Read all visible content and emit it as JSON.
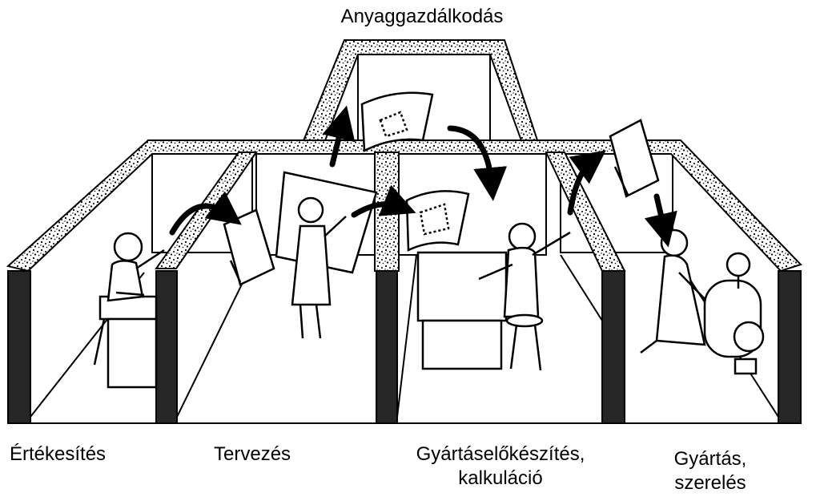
{
  "title": "Anyaggazdálkodás",
  "departments": [
    {
      "id": "sales",
      "label": "Értékesítés"
    },
    {
      "id": "design",
      "label": "Tervezés"
    },
    {
      "id": "preparation",
      "label_lines": [
        "Gyártáselőkészítés,",
        "kalkuláció"
      ]
    },
    {
      "id": "production",
      "label_lines": [
        "Gyártás,",
        "szerelés"
      ]
    }
  ],
  "flow": [
    {
      "from": "sales",
      "to": "design",
      "item": "folder"
    },
    {
      "from": "design",
      "to": "title",
      "item": "drawing"
    },
    {
      "from": "design",
      "to": "preparation",
      "item": "drawing"
    },
    {
      "from": "title",
      "to": "preparation",
      "item": "drawing"
    },
    {
      "from": "preparation",
      "to": "production",
      "item": "folder"
    }
  ],
  "colors": {
    "ink": "#000000",
    "paper": "#ffffff",
    "wall_dark": "#262626"
  }
}
